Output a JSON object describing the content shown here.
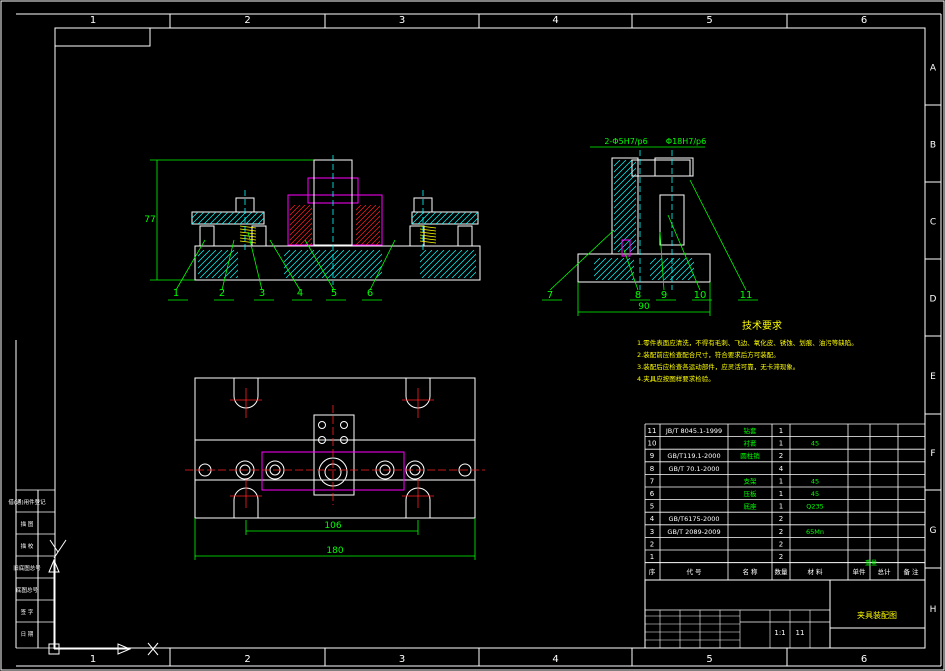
{
  "frame": {
    "top_zones": [
      "1",
      "2",
      "3",
      "4",
      "5",
      "6"
    ],
    "bottom_zones": [
      "1",
      "2",
      "3",
      "4",
      "5",
      "6"
    ],
    "side_zones": [
      "A",
      "B",
      "C",
      "D",
      "E",
      "F",
      "G",
      "H"
    ]
  },
  "front_view": {
    "height_dim": "77",
    "balloons": [
      "1",
      "2",
      "3",
      "4",
      "5",
      "6"
    ]
  },
  "side_view": {
    "fit_left": "2-Φ5H7/p6",
    "fit_right": "Φ18H7/p6",
    "width_dim": "90",
    "balloons": [
      "7",
      "8",
      "9",
      "10",
      "11"
    ]
  },
  "plan_view": {
    "inner_dim": "106",
    "overall_dim": "180"
  },
  "tech_notes": {
    "title": "技术要求",
    "lines": [
      "1.零件表面应清洗，不得有毛刺、飞边、氧化皮、锈蚀、划痕、油污等缺陷。",
      "2.装配前应检查配合尺寸，符合要求后方可装配。",
      "3.装配后应检查各运动部件，应灵活可靠，无卡滞现象。",
      "4.夹具应按图样要求检验。"
    ]
  },
  "bom": {
    "rows": [
      {
        "no": "11",
        "code": "JB/T 8045.1-1999",
        "name": "钻套",
        "qty": "1",
        "mat": "",
        "note": ""
      },
      {
        "no": "10",
        "code": "",
        "name": "衬套",
        "qty": "1",
        "mat": "45",
        "note": ""
      },
      {
        "no": "9",
        "code": "GB/T119.1-2000",
        "name": "圆柱销",
        "qty": "2",
        "mat": "",
        "note": ""
      },
      {
        "no": "8",
        "code": "GB/T 70.1-2000",
        "name": "",
        "qty": "4",
        "mat": "",
        "note": ""
      },
      {
        "no": "7",
        "code": "",
        "name": "支架",
        "qty": "1",
        "mat": "45",
        "note": ""
      },
      {
        "no": "6",
        "code": "",
        "name": "压板",
        "qty": "1",
        "mat": "45",
        "note": ""
      },
      {
        "no": "5",
        "code": "",
        "name": "底座",
        "qty": "1",
        "mat": "Q235",
        "note": ""
      },
      {
        "no": "4",
        "code": "GB/T6175-2000",
        "name": "",
        "qty": "2",
        "mat": "",
        "note": ""
      },
      {
        "no": "3",
        "code": "GB/T 2089-2009",
        "name": "",
        "qty": "2",
        "mat": "65Mn",
        "note": ""
      },
      {
        "no": "2",
        "code": "",
        "name": "",
        "qty": "2",
        "mat": "",
        "note": ""
      },
      {
        "no": "1",
        "code": "",
        "name": "",
        "qty": "2",
        "mat": "",
        "note": ""
      }
    ],
    "header": [
      "序",
      "代 号",
      "名 称",
      "数量",
      "材 料",
      "单件",
      "总计",
      "备 注"
    ],
    "header_sub": "重量"
  },
  "title_block": {
    "drawing_name": "夹具装配图",
    "scale_val": "1:1",
    "sheet_val": "11"
  },
  "left_strip": {
    "labels": [
      "借(通)用件登记",
      "描 图",
      "描 校",
      "旧底图总号",
      "底图总号",
      "签 字",
      "日 期"
    ]
  }
}
